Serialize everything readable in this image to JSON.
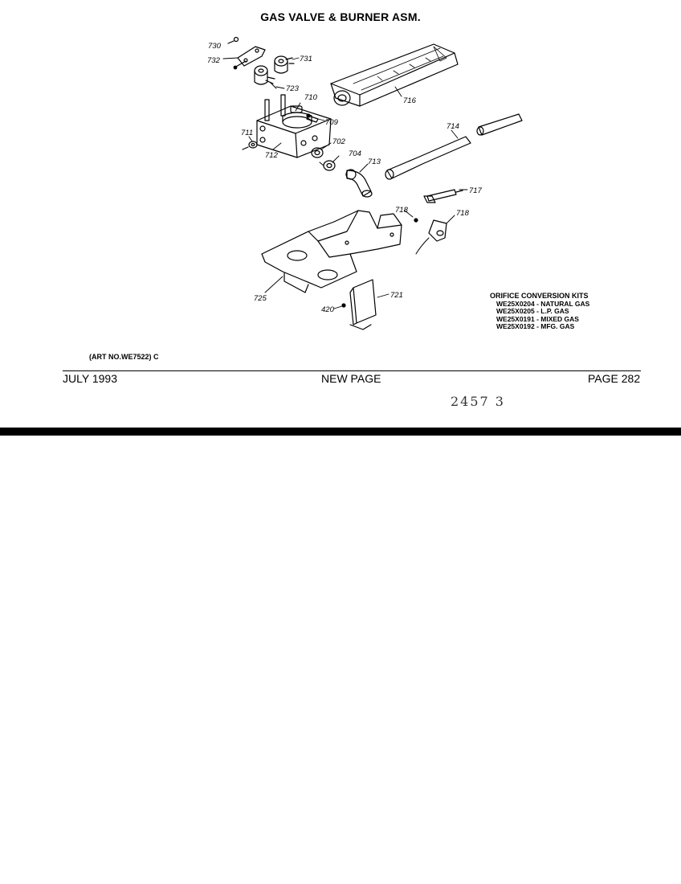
{
  "title": "GAS VALVE & BURNER ASM.",
  "callouts": [
    {
      "id": "730",
      "label": "730"
    },
    {
      "id": "732",
      "label": "732"
    },
    {
      "id": "731",
      "label": "731"
    },
    {
      "id": "723a",
      "label": "723"
    },
    {
      "id": "716",
      "label": "716"
    },
    {
      "id": "710",
      "label": "710"
    },
    {
      "id": "709",
      "label": "709"
    },
    {
      "id": "711",
      "label": "711"
    },
    {
      "id": "712",
      "label": "712"
    },
    {
      "id": "702",
      "label": "702"
    },
    {
      "id": "704",
      "label": "704"
    },
    {
      "id": "713",
      "label": "713"
    },
    {
      "id": "714",
      "label": "714"
    },
    {
      "id": "717",
      "label": "717"
    },
    {
      "id": "718a",
      "label": "718"
    },
    {
      "id": "718b",
      "label": "718"
    },
    {
      "id": "725",
      "label": "725"
    },
    {
      "id": "721",
      "label": "721"
    },
    {
      "id": "420",
      "label": "420"
    }
  ],
  "kits": {
    "title": "ORIFICE CONVERSION KITS",
    "rows": [
      "WE25X0204 - NATURAL GAS",
      "WE25X0205 - L.P. GAS",
      "WE25X0191 - MIXED GAS",
      "WE25X0192 - MFG. GAS"
    ]
  },
  "art_no": "(ART NO.WE7522) C",
  "footer": {
    "date": "JULY 1993",
    "center": "NEW PAGE",
    "page": "PAGE 282"
  },
  "handwritten": "2457 3"
}
